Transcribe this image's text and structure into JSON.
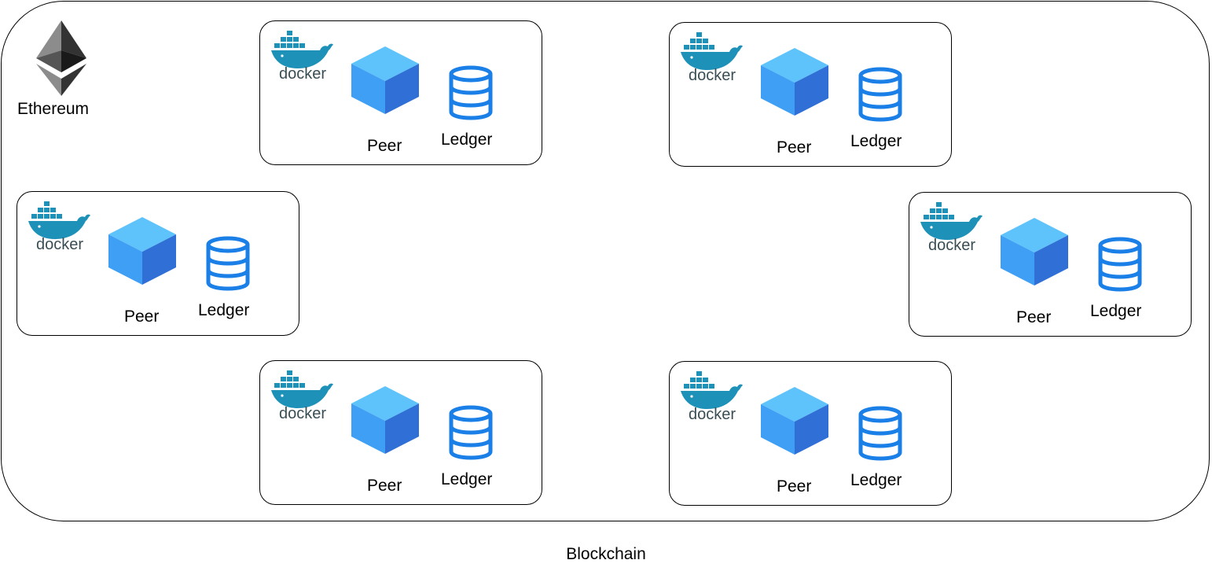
{
  "platform": {
    "label": "Ethereum",
    "icon": "ethereum-logo-icon"
  },
  "container": {
    "label": "Blockchain"
  },
  "node_template": {
    "runtime_icon": "docker-logo-icon",
    "runtime_text": "docker",
    "peer_label": "Peer",
    "ledger_label": "Ledger"
  },
  "nodes": [
    {
      "peer_label": "Peer",
      "ledger_label": "Ledger",
      "docker_text": "docker"
    },
    {
      "peer_label": "Peer",
      "ledger_label": "Ledger",
      "docker_text": "docker"
    },
    {
      "peer_label": "Peer",
      "ledger_label": "Ledger",
      "docker_text": "docker"
    },
    {
      "peer_label": "Peer",
      "ledger_label": "Ledger",
      "docker_text": "docker"
    },
    {
      "peer_label": "Peer",
      "ledger_label": "Ledger",
      "docker_text": "docker"
    },
    {
      "peer_label": "Peer",
      "ledger_label": "Ledger",
      "docker_text": "docker"
    }
  ],
  "colors": {
    "cube_top": "#5fc3fb",
    "cube_left": "#3f9ff5",
    "cube_right": "#2f6fd6",
    "ledger": "#1a7fe6",
    "docker": "#1d91b8",
    "docker_text": "#394d54",
    "eth_dark": "#1a1a1a",
    "eth_mid": "#555555",
    "eth_light": "#8c8c8c"
  }
}
